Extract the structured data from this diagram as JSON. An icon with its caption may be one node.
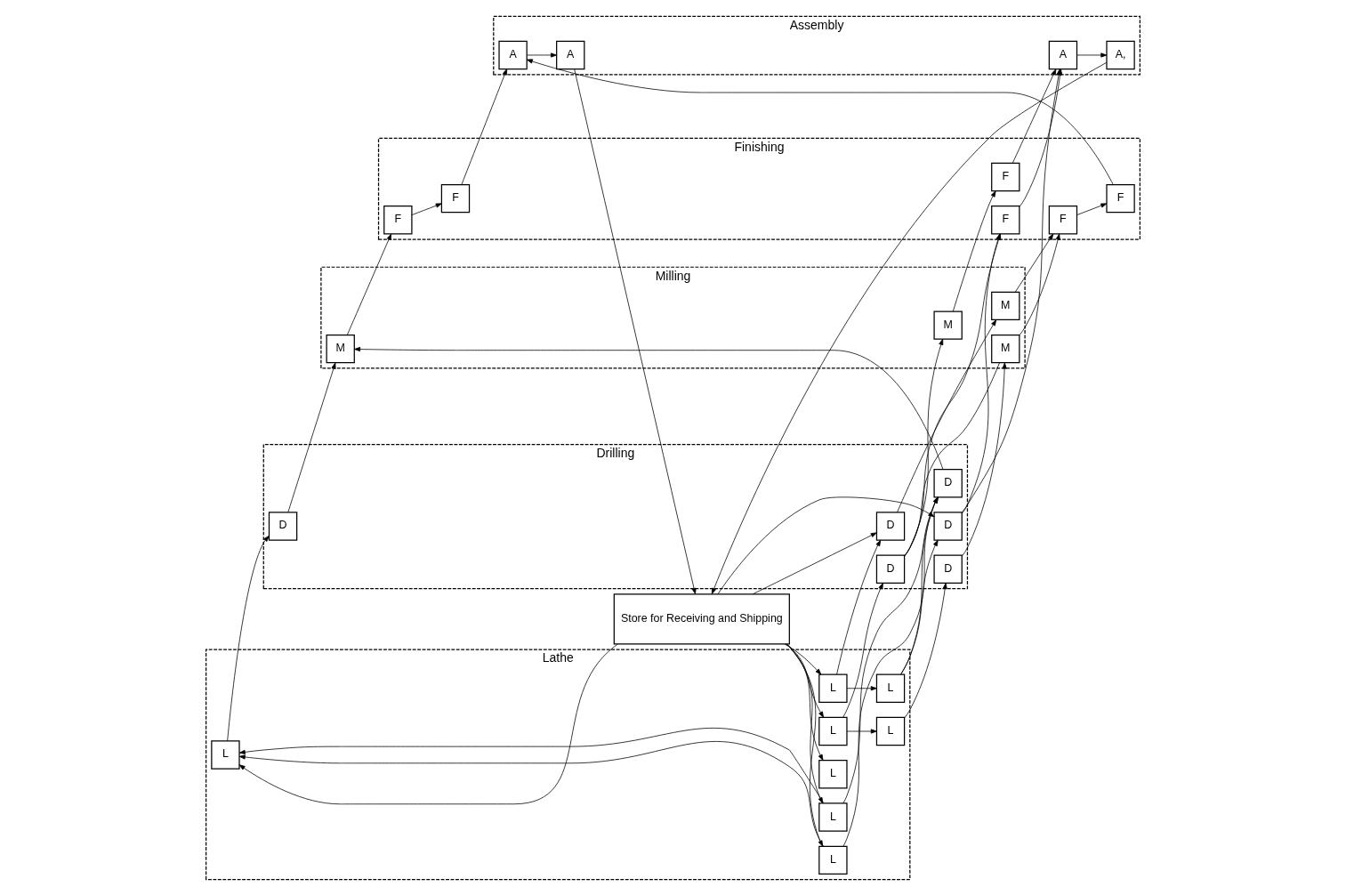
{
  "diagram": {
    "nodes": [
      {
        "text": [
          "Lathe"
        ]
      },
      {
        "text": [
          "L"
        ],
        "in": 0
      },
      {
        "text": [
          "L"
        ],
        "in": 0
      },
      {
        "text": [
          "L"
        ],
        "in": 0
      },
      {
        "text": [
          "L"
        ],
        "in": 0
      },
      {
        "text": [
          "L"
        ],
        "in": 0
      },
      {
        "text": [
          "L"
        ],
        "in": 0
      },
      {
        "text": [
          "L"
        ],
        "in": 0
      },
      {
        "text": [
          "L"
        ],
        "in": 0
      },
      {
        "text": [
          "Drilling"
        ]
      },
      {
        "text": [
          "D"
        ],
        "in": 9
      },
      {
        "text": [
          "D"
        ],
        "in": 9
      },
      {
        "text": [
          "D"
        ],
        "in": 9
      },
      {
        "text": [
          "D"
        ],
        "in": 9
      },
      {
        "text": [
          "D"
        ],
        "in": 9
      },
      {
        "text": [
          "D"
        ],
        "in": 9
      },
      {
        "text": [
          "Milling"
        ]
      },
      {
        "text": [
          "M"
        ],
        "in": 16
      },
      {
        "text": [
          "M"
        ],
        "in": 16
      },
      {
        "text": [
          "M"
        ],
        "in": 16
      },
      {
        "text": [
          "M"
        ],
        "in": 16
      },
      {
        "text": [
          "Finishing"
        ]
      },
      {
        "text": [
          "F"
        ],
        "in": 21
      },
      {
        "text": [
          "F"
        ],
        "in": 21
      },
      {
        "text": [
          "F"
        ],
        "in": 21
      },
      {
        "text": [
          "F"
        ],
        "in": 21
      },
      {
        "text": [
          "F"
        ],
        "in": 21
      },
      {
        "text": [
          "F"
        ],
        "in": 21
      },
      {
        "text": [
          "Assembly"
        ]
      },
      {
        "text": [
          "A,"
        ],
        "in": 28
      },
      {
        "text": [
          "A"
        ],
        "in": 28
      },
      {
        "text": [
          "A"
        ],
        "in": 28
      },
      {
        "text": [
          "A"
        ],
        "in": 28
      },
      {
        "text": [
          "Store for Receiving and Shipping"
        ]
      }
    ],
    "edges": [
      {
        "from": 33,
        "to": 7,
        "arrow": "to"
      },
      {
        "from": 33,
        "to": 5,
        "arrow": "to"
      },
      {
        "from": 33,
        "to": 3,
        "arrow": "to"
      },
      {
        "from": 33,
        "to": 1,
        "arrow": "to"
      },
      {
        "from": 33,
        "to": 4,
        "arrow": "to"
      },
      {
        "from": 33,
        "to": 8,
        "arrow": "to"
      },
      {
        "from": 8,
        "to": 6,
        "arrow": "to"
      },
      {
        "from": 3,
        "to": 1,
        "arrow": "to"
      },
      {
        "from": 4,
        "to": 2,
        "arrow": "to"
      },
      {
        "from": 5,
        "to": 1,
        "arrow": "to"
      },
      {
        "from": 1,
        "to": 10,
        "arrow": "to"
      },
      {
        "from": 3,
        "to": 12,
        "arrow": "to"
      },
      {
        "from": 2,
        "to": 11,
        "arrow": "to"
      },
      {
        "from": 4,
        "to": 13,
        "arrow": "to"
      },
      {
        "from": 5,
        "to": 12,
        "arrow": "to"
      },
      {
        "from": 6,
        "to": 12,
        "arrow": "to"
      },
      {
        "from": 6,
        "to": 15,
        "arrow": "to"
      },
      {
        "from": 8,
        "to": 14,
        "arrow": "to"
      },
      {
        "from": 33,
        "to": 14,
        "arrow": "to"
      },
      {
        "from": 33,
        "to": 15,
        "arrow": "to"
      },
      {
        "from": 10,
        "to": 18,
        "arrow": "to"
      },
      {
        "from": 11,
        "to": 17,
        "arrow": "to"
      },
      {
        "from": 12,
        "to": 18,
        "arrow": "to"
      },
      {
        "from": 13,
        "to": 17,
        "arrow": "none"
      },
      {
        "from": 13,
        "to": 19,
        "arrow": "to"
      },
      {
        "from": 13,
        "to": 22,
        "arrow": "to"
      },
      {
        "from": 14,
        "to": 20,
        "arrow": "to"
      },
      {
        "from": 15,
        "to": 22,
        "arrow": "to"
      },
      {
        "from": 15,
        "to": 30,
        "arrow": "to"
      },
      {
        "from": 17,
        "to": 23,
        "arrow": "to"
      },
      {
        "from": 18,
        "to": 27,
        "arrow": "to"
      },
      {
        "from": 19,
        "to": 24,
        "arrow": "to"
      },
      {
        "from": 20,
        "to": 23,
        "arrow": "to"
      },
      {
        "from": 22,
        "to": 30,
        "arrow": "to"
      },
      {
        "from": 24,
        "to": 30,
        "arrow": "to"
      },
      {
        "from": 25,
        "to": 32,
        "arrow": "to"
      },
      {
        "from": 23,
        "to": 25,
        "arrow": "to"
      },
      {
        "from": 27,
        "to": 26,
        "arrow": "to"
      },
      {
        "from": 26,
        "to": 32,
        "arrow": "to"
      },
      {
        "from": 30,
        "to": 29,
        "arrow": "to"
      },
      {
        "from": 32,
        "to": 31,
        "arrow": "to"
      },
      {
        "from": 29,
        "to": 33,
        "arrow": "to"
      },
      {
        "from": 31,
        "to": 33,
        "arrow": "to"
      }
    ]
  }
}
